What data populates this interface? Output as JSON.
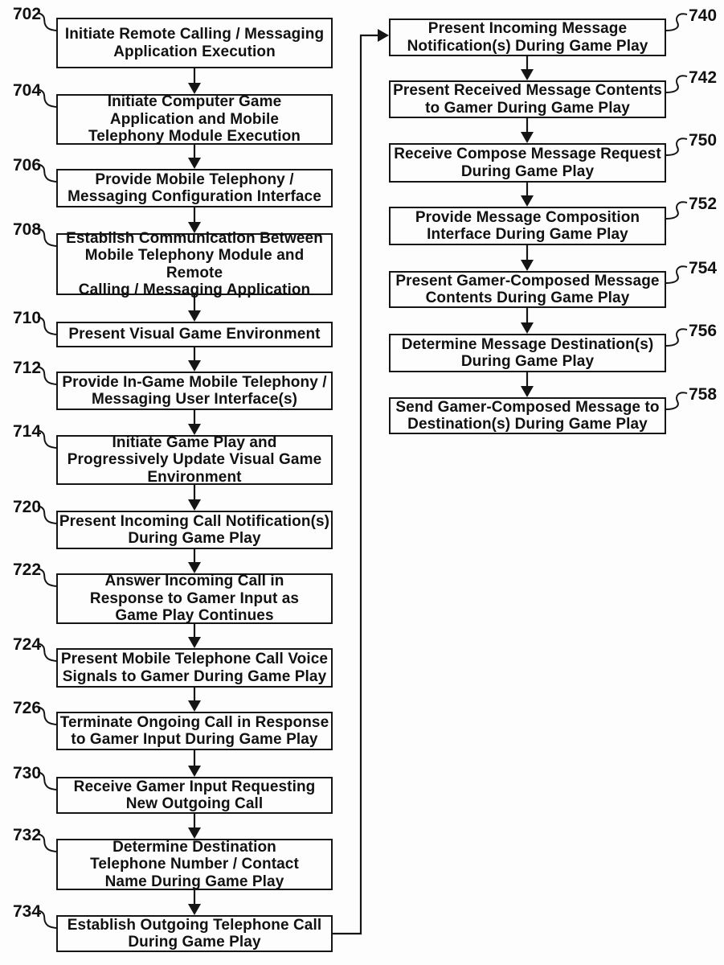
{
  "figure": {
    "left_column": [
      {
        "ref": "702",
        "text": "Initiate Remote Calling / Messaging\nApplication Execution"
      },
      {
        "ref": "704",
        "text": "Initiate Computer Game\nApplication and Mobile\nTelephony Module Execution"
      },
      {
        "ref": "706",
        "text": "Provide Mobile Telephony /\nMessaging Configuration Interface"
      },
      {
        "ref": "708",
        "text": "Establish Communication Between\nMobile Telephony Module and Remote\nCalling / Messaging Application"
      },
      {
        "ref": "710",
        "text": "Present Visual Game Environment"
      },
      {
        "ref": "712",
        "text": "Provide In-Game Mobile Telephony /\nMessaging User Interface(s)"
      },
      {
        "ref": "714",
        "text": "Initiate Game Play and\nProgressively Update Visual Game\nEnvironment"
      },
      {
        "ref": "720",
        "text": "Present Incoming Call Notification(s)\nDuring Game Play"
      },
      {
        "ref": "722",
        "text": "Answer Incoming Call in\nResponse to Gamer Input as\nGame Play Continues"
      },
      {
        "ref": "724",
        "text": "Present Mobile Telephone Call Voice\nSignals to Gamer During Game Play"
      },
      {
        "ref": "726",
        "text": "Terminate Ongoing Call in Response\nto Gamer Input During Game Play"
      },
      {
        "ref": "730",
        "text": "Receive Gamer Input Requesting\nNew Outgoing Call"
      },
      {
        "ref": "732",
        "text": "Determine Destination\nTelephone Number / Contact\nName During Game Play"
      },
      {
        "ref": "734",
        "text": "Establish Outgoing Telephone Call\nDuring Game Play"
      }
    ],
    "right_column": [
      {
        "ref": "740",
        "text": "Present Incoming Message\nNotification(s) During Game Play"
      },
      {
        "ref": "742",
        "text": "Present Received Message Contents\nto Gamer During Game Play"
      },
      {
        "ref": "750",
        "text": "Receive Compose Message Request\nDuring Game Play"
      },
      {
        "ref": "752",
        "text": "Provide Message Composition\nInterface During Game Play"
      },
      {
        "ref": "754",
        "text": "Present Gamer-Composed Message\nContents During Game Play"
      },
      {
        "ref": "756",
        "text": "Determine Message Destination(s)\nDuring Game Play"
      },
      {
        "ref": "758",
        "text": "Send Gamer-Composed Message to\nDestination(s) During Game Play"
      }
    ],
    "line_color": "#151515",
    "background_color": "#fdfdfd"
  }
}
